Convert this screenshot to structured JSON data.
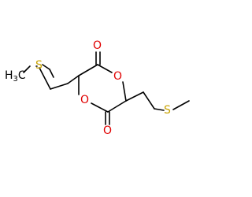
{
  "molecule": {
    "atoms": {
      "o_ketone_top": {
        "symbol": "O",
        "color": "#e00000"
      },
      "o_ring_right": {
        "symbol": "O",
        "color": "#e00000"
      },
      "o_ring_left": {
        "symbol": "O",
        "color": "#e00000"
      },
      "o_ketone_bottom": {
        "symbol": "O",
        "color": "#e00000"
      },
      "s_left": {
        "symbol": "S",
        "color": "#c8a200"
      },
      "s_right": {
        "symbol": "S",
        "color": "#c8a200"
      },
      "methyl_left": {
        "symbol": "H",
        "subscript": "3",
        "suffix": "C",
        "color": "#000000"
      }
    },
    "bond_color": "#000000"
  }
}
